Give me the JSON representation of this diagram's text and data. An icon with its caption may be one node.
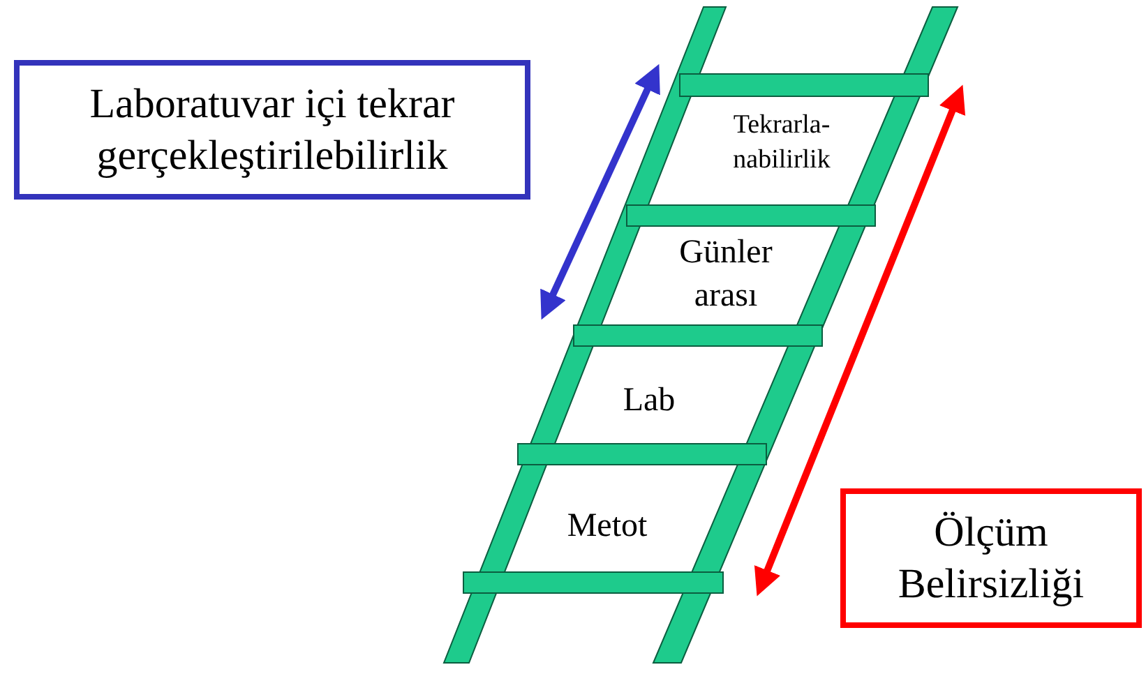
{
  "diagram": {
    "nodes": [
      {
        "text": [
          "Laboratuvar içi tekrar gerçekleştirilebilirlik"
        ]
      },
      {
        "text": [
          "Ölçüm Belirsizliği"
        ]
      }
    ],
    "labels": [
      "Tekrarla- nabilirlik",
      "Günler arası",
      "Lab",
      "Metot"
    ]
  }
}
